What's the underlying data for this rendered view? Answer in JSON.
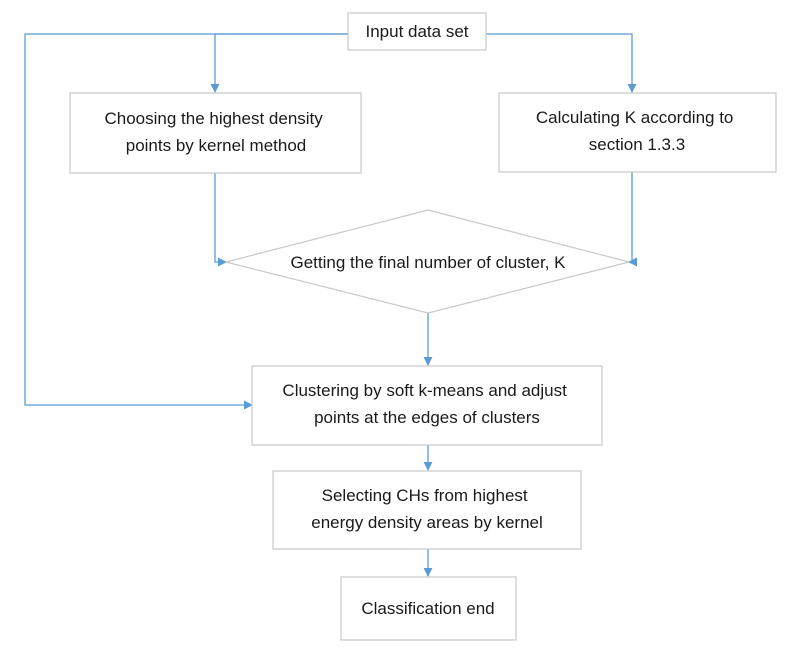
{
  "diagram": {
    "colors": {
      "edge": "#5b9bd5",
      "node_border": "#c9c9c9",
      "text": "#1a1a1a",
      "background": "#ffffff"
    },
    "nodes": {
      "input": {
        "lines": [
          "Input data set"
        ]
      },
      "density": {
        "lines": [
          "Choosing the highest density",
          "points by kernel method"
        ]
      },
      "calc_k": {
        "lines": [
          "Calculating K according to",
          "section 1.3.3"
        ]
      },
      "final_k": {
        "lines": [
          "Getting the final number of cluster, K"
        ]
      },
      "clustering": {
        "lines": [
          "Clustering by soft k-means and adjust",
          "points at the edges of clusters"
        ]
      },
      "select_ch": {
        "lines": [
          "Selecting CHs from highest",
          "energy density areas by kernel"
        ]
      },
      "end": {
        "lines": [
          "Classification end"
        ]
      }
    }
  }
}
